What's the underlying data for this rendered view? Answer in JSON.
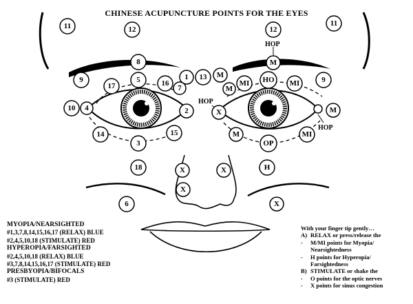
{
  "title": "CHINESE ACUPUNCTURE POINTS FOR THE EYES",
  "points": {
    "p11": "11",
    "p12": "12",
    "p8": "8",
    "p9": "9",
    "p17": "17",
    "p5": "5",
    "p16": "16",
    "p1": "1",
    "p7": "7",
    "p13": "13",
    "p10": "10",
    "p4": "4",
    "p2": "2",
    "p14": "14",
    "p3": "3",
    "p15": "15",
    "p18": "18",
    "p6": "6",
    "pX": "X",
    "pM": "M",
    "pMI": "MI",
    "pHO": "HO",
    "pOP": "OP",
    "pH": "H"
  },
  "labels": {
    "hop": "HOP"
  },
  "legend": {
    "myopia_title": "MYOPIA/NEARSIGHTED",
    "myopia_relax": "#1,3,7,8,14,15,16,17 (RELAX) BLUE",
    "myopia_stim": "#2,4,5,10,18 (STIMULATE) RED",
    "hyper_title": "HYPEROPIA/FARSIGHTED",
    "hyper_relax": "#2,4,5,10,18 (RELAX) BLUE",
    "hyper_stim": "#3,7,8,14,15,16,17 (STIMULATE) RED",
    "presby_title": "PRESBYOPIA/BIFOCALS",
    "presby_stim": "#3 (STIMULATE) RED"
  },
  "instructions": {
    "intro": "With your finger tip gently…",
    "a_mark": "A)",
    "a_text": "RELAX or press/release the",
    "a_1": "M/MI points for Myopia/",
    "a_1b": "Nearsightedness",
    "a_2": "H points for Hyperopia/",
    "a_2b": "Farsightedness",
    "b_mark": "B)",
    "b_text": "STIMULATE or shake the",
    "b_1": "O points for the optic nerves",
    "b_2": "X points for sinus congestion",
    "dash": "-"
  }
}
